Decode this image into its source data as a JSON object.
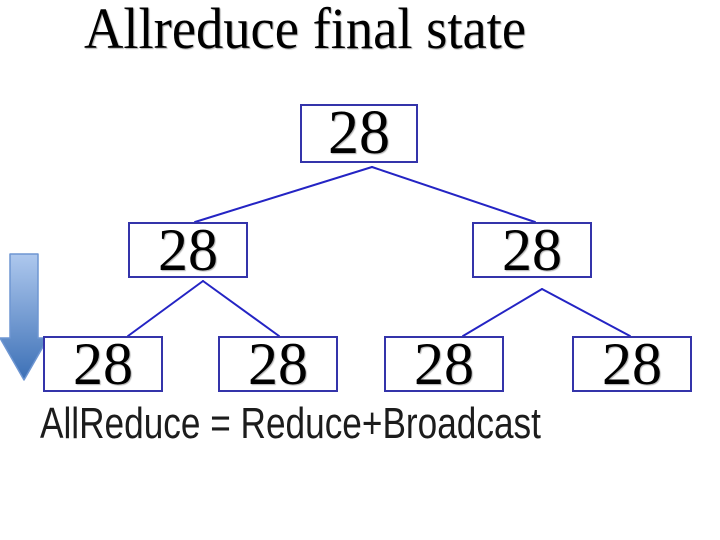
{
  "slide": {
    "title": "Allreduce final state",
    "caption": "AllReduce = Reduce+Broadcast"
  },
  "tree": {
    "nodes": [
      {
        "id": "root",
        "level": 0,
        "value": "28"
      },
      {
        "id": "left",
        "level": 1,
        "value": "28"
      },
      {
        "id": "right",
        "level": 1,
        "value": "28"
      },
      {
        "id": "leaf-1",
        "level": 2,
        "value": "28"
      },
      {
        "id": "leaf-2",
        "level": 2,
        "value": "28"
      },
      {
        "id": "leaf-3",
        "level": 2,
        "value": "28"
      },
      {
        "id": "leaf-4",
        "level": 2,
        "value": "28"
      }
    ]
  },
  "icons": {
    "down_arrow": "down-arrow-icon"
  },
  "colors": {
    "background": "#ffffff",
    "text": "#000000",
    "caption_text": "#1c1c1c",
    "box_border": "#3434aa",
    "line": "#2424c4",
    "arrow_top": "#aec8ee",
    "arrow_bottom": "#3c70b6",
    "arrow_border": "#6e96d2"
  }
}
